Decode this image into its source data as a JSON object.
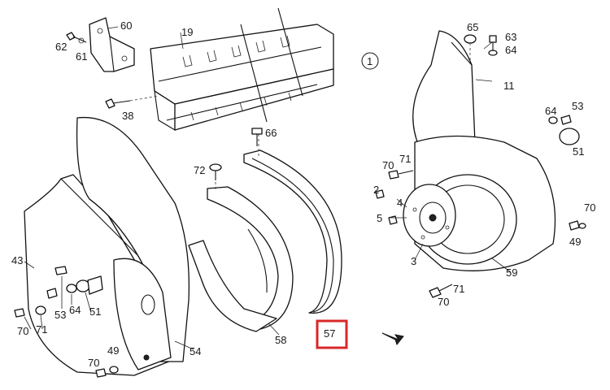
{
  "figure_marker": "1",
  "highlight_color": "#d62828",
  "labels": {
    "p60": "60",
    "p62": "62",
    "p61": "61",
    "p19": "19",
    "p38": "38",
    "p65": "65",
    "p63": "63",
    "p64a": "64",
    "p11": "11",
    "p64b": "64",
    "p53a": "53",
    "p51a": "51",
    "p66": "66",
    "p72": "72",
    "p71a": "71",
    "p70a": "70",
    "p2": "2",
    "p4": "4",
    "p5": "5",
    "p3": "3",
    "p70b": "70",
    "p49a": "49",
    "p59": "59",
    "p71b": "71",
    "p70c": "70",
    "p43": "43",
    "p53b": "53",
    "p64c": "64",
    "p51b": "51",
    "p70d": "70",
    "p71c": "71",
    "p49b": "49",
    "p70e": "70",
    "p54": "54",
    "p58": "58",
    "p57": "57"
  }
}
